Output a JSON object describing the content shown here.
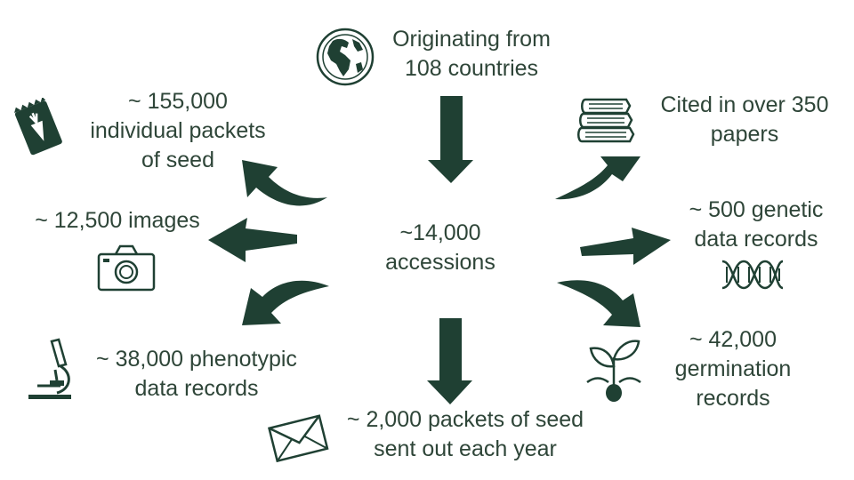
{
  "colors": {
    "arrow": "#1f4033",
    "text": "#2e4538",
    "icon": "#1f4033"
  },
  "center": {
    "line1": "~14,000",
    "line2": "accessions"
  },
  "stats": {
    "countries": {
      "line1": "Originating from",
      "line2": "108 countries",
      "icon": "globe-icon"
    },
    "packets": {
      "line1": "~ 155,000",
      "line2": "individual  packets",
      "line3": "of seed",
      "icon": "seed-packet-icon"
    },
    "images": {
      "line1": "~ 12,500 images",
      "icon": "camera-icon"
    },
    "phenotypic": {
      "line1": "~ 38,000 phenotypic",
      "line2": "data records",
      "icon": "microscope-icon"
    },
    "sent": {
      "line1": "~ 2,000 packets of seed",
      "line2": "sent out each year",
      "icon": "envelope-icon"
    },
    "papers": {
      "line1": "Cited in over 350",
      "line2": "papers",
      "icon": "books-icon"
    },
    "genetic": {
      "line1": "~ 500 genetic",
      "line2": "data records",
      "icon": "dna-icon"
    },
    "germination": {
      "line1": "~ 42,000",
      "line2": "germination",
      "line3": "records",
      "icon": "seedling-icon"
    }
  }
}
